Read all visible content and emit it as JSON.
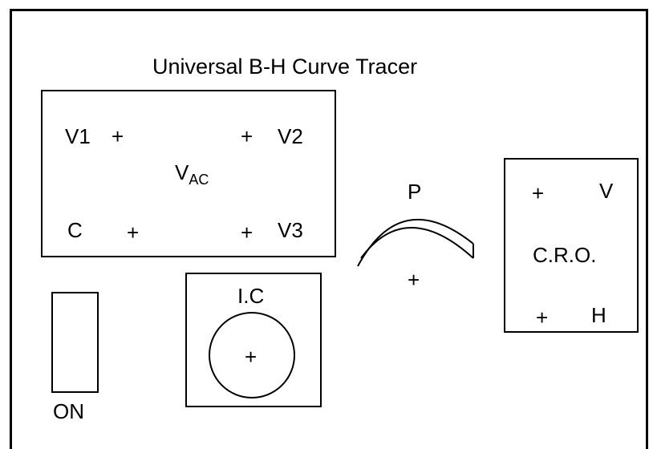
{
  "title": "Universal B-H Curve Tracer",
  "vac_box": {
    "v1": "V1",
    "v2": "V2",
    "v3": "V3",
    "c": "C",
    "plus": "+",
    "vac_main": "V",
    "vac_sub": "AC"
  },
  "pot": {
    "label": "P",
    "plus": "+"
  },
  "cro_box": {
    "label": "C.R.O.",
    "v": "V",
    "h": "H",
    "plus": "+"
  },
  "switch": {
    "label": "ON"
  },
  "ic_box": {
    "label": "I.C",
    "plus": "+"
  }
}
